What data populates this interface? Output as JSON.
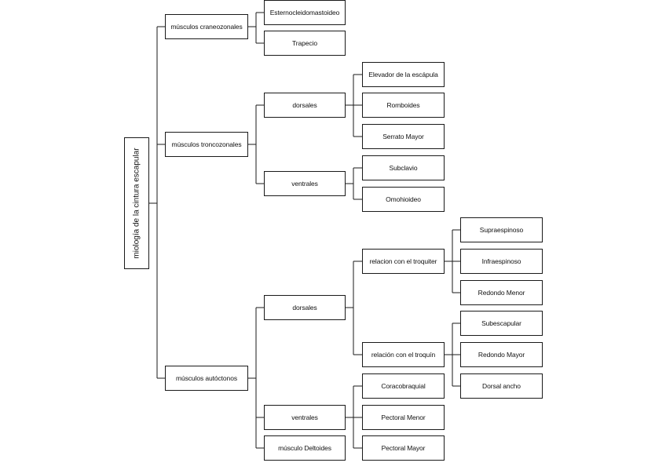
{
  "root": {
    "label": "miología de la cintura escapular"
  },
  "level1": {
    "craneozonales": "músculos craneozonales",
    "troncozonales": "músculos troncozonales",
    "autoctonos": "músculos autóctonos"
  },
  "craneozonales": {
    "esternocleidomastoideo": "Esternocleidomastoideo",
    "trapecio": "Trapecio"
  },
  "troncozonales": {
    "dorsales": "dorsales",
    "ventrales": "ventrales",
    "dorsales_items": [
      "Elevador de la escápula",
      "Romboides",
      "Serrato Mayor"
    ],
    "ventrales_items": [
      "Subclavio",
      "Omohioideo"
    ]
  },
  "autoctonos": {
    "dorsales": "dorsales",
    "ventrales": "ventrales",
    "deltoides": "músculo Deltoides",
    "troquiter": "relacion con el troquiter",
    "troquin": "relación con el troquín",
    "troquiter_items": [
      "Supraespinoso",
      "Infraespinoso",
      "Redondo Menor"
    ],
    "troquin_items": [
      "Subescapular",
      "Redondo Mayor",
      "Dorsal ancho"
    ],
    "ventrales_items": [
      "Coracobraquial",
      "Pectoral Menor",
      "Pectoral Mayor"
    ]
  }
}
